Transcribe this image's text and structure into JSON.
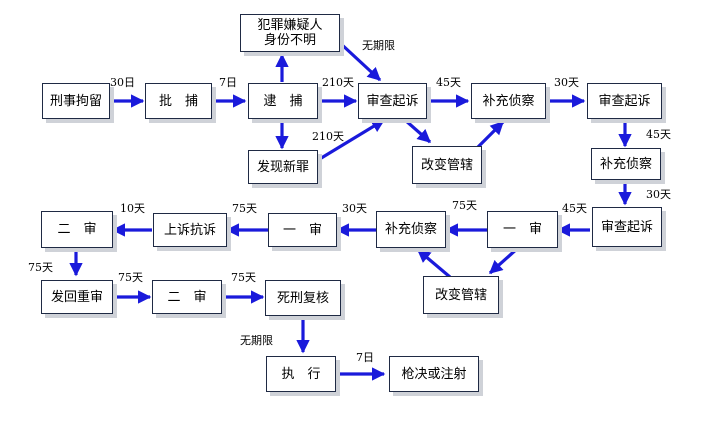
{
  "nodes": {
    "n_juliu": "刑事拘留",
    "n_pibu": "批　捕",
    "n_daibu": "逮　捕",
    "n_fanzui": "犯罪嫌疑人\n身份不明",
    "n_faxian": "发现新罪",
    "n_shencha1": "审查起诉",
    "n_gaibian1": "改变管辖",
    "n_buchong1": "补充侦察",
    "n_shencha2": "审查起诉",
    "n_buchong2": "补充侦察",
    "n_shencha3": "审查起诉",
    "n_yishen2": "一　审",
    "n_gaibian2": "改变管辖",
    "n_buchong3": "补充侦察",
    "n_yishen1": "一　审",
    "n_shangsu": "上诉抗诉",
    "n_ershen1": "二　审",
    "n_fahui": "发回重审",
    "n_ershen2": "二　审",
    "n_sixing": "死刑复核",
    "n_zhixing": "执　行",
    "n_qiangjue": "枪决或注射"
  },
  "labels": {
    "l_30ri": "30日",
    "l_7ri": "7日",
    "l_210a": "210天",
    "l_wuqixian1": "无期限",
    "l_210b": "210天",
    "l_45a": "45天",
    "l_30a": "30天",
    "l_45b": "45天",
    "l_30b": "30天",
    "l_45c": "45天",
    "l_75a": "75天",
    "l_30c": "30天",
    "l_75b": "75天",
    "l_10": "10天",
    "l_75c": "75天",
    "l_75d": "75天",
    "l_75e": "75天",
    "l_wuqixian2": "无期限",
    "l_7ri2": "7日"
  },
  "colors": {
    "arrow": "#1a1adb",
    "border": "#1f2a44",
    "shadow": "#cfd2d8"
  }
}
